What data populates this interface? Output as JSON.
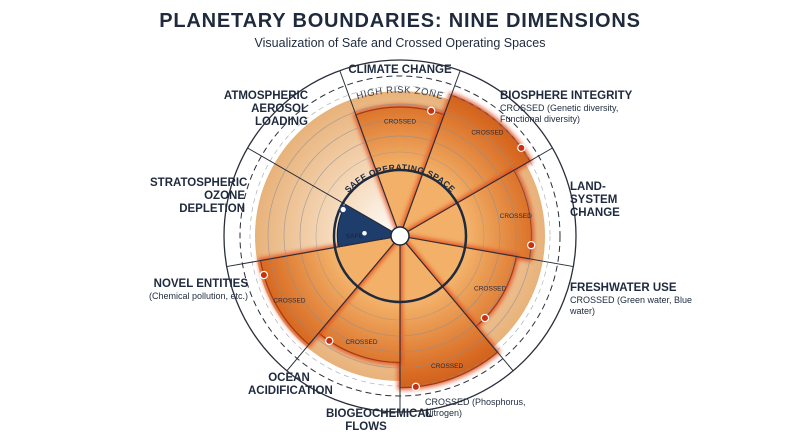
{
  "header": {
    "title": "PLANETARY BOUNDARIES: NINE DIMENSIONS",
    "subtitle": "Visualization of Safe and Crossed Operating Spaces"
  },
  "zones": {
    "high_risk": "HIGH RISK ZONE",
    "safe_space": "SAFE OPERATING SPACE",
    "safe": "SAFE",
    "crossed": "CROSSED"
  },
  "dimensions": [
    {
      "id": "climate",
      "name": "CLIMATE CHANGE",
      "sub": "",
      "status": "crossed",
      "level": 0.75
    },
    {
      "id": "biosphere",
      "name": "BIOSPHERE INTEGRITY",
      "sub": "CROSSED (Genetic diversity, Functional diversity)",
      "status": "crossed",
      "level": 1.0
    },
    {
      "id": "land",
      "name": "LAND-SYSTEM CHANGE",
      "sub": "",
      "status": "crossed",
      "level": 0.78
    },
    {
      "id": "freshwater",
      "name": "FRESHWATER USE",
      "sub": "CROSSED (Green water, Blue water)",
      "status": "crossed",
      "level": 0.62
    },
    {
      "id": "biogeochemical",
      "name": "BIOGEOCHEMICAL FLOWS",
      "sub": "CROSSED (Phosphorus, Nitrogen)",
      "status": "crossed",
      "level": 1.02
    },
    {
      "id": "ocean",
      "name": "OCEAN ACIDIFICATION",
      "sub": "",
      "status": "crossed",
      "level": 0.72
    },
    {
      "id": "novel",
      "name": "NOVEL ENTITIES",
      "sub": "(Chemical pollution, etc.)",
      "status": "crossed",
      "level": 0.9
    },
    {
      "id": "ozone",
      "name": "STRATOSPHERIC OZONE DEPLETION",
      "sub": "",
      "status": "safe",
      "level": 0.3
    },
    {
      "id": "aerosol",
      "name": "ATMOSPHERIC AEROSOL LOADING",
      "sub": "",
      "status": "safe",
      "level": 0.0
    }
  ],
  "colors": {
    "crossed_fill": "#c85a16",
    "crossed_glow": "#e0461c",
    "safe_fill": "#1f3d6b",
    "ring_stroke": "#2a2f3a",
    "safe_ring": "#1f2a3d",
    "bg_tan": "#e8b27a"
  }
}
